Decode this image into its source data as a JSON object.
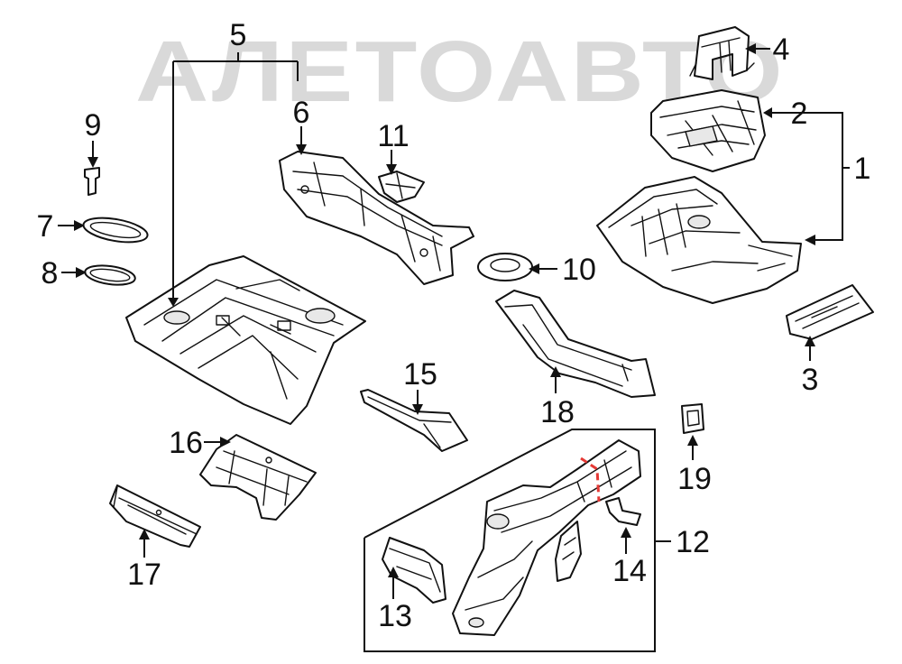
{
  "watermark": "АЛЕТОАВТО",
  "callouts": [
    "1",
    "2",
    "3",
    "4",
    "5",
    "6",
    "7",
    "8",
    "9",
    "10",
    "11",
    "12",
    "13",
    "14",
    "15",
    "16",
    "17",
    "18",
    "19"
  ]
}
